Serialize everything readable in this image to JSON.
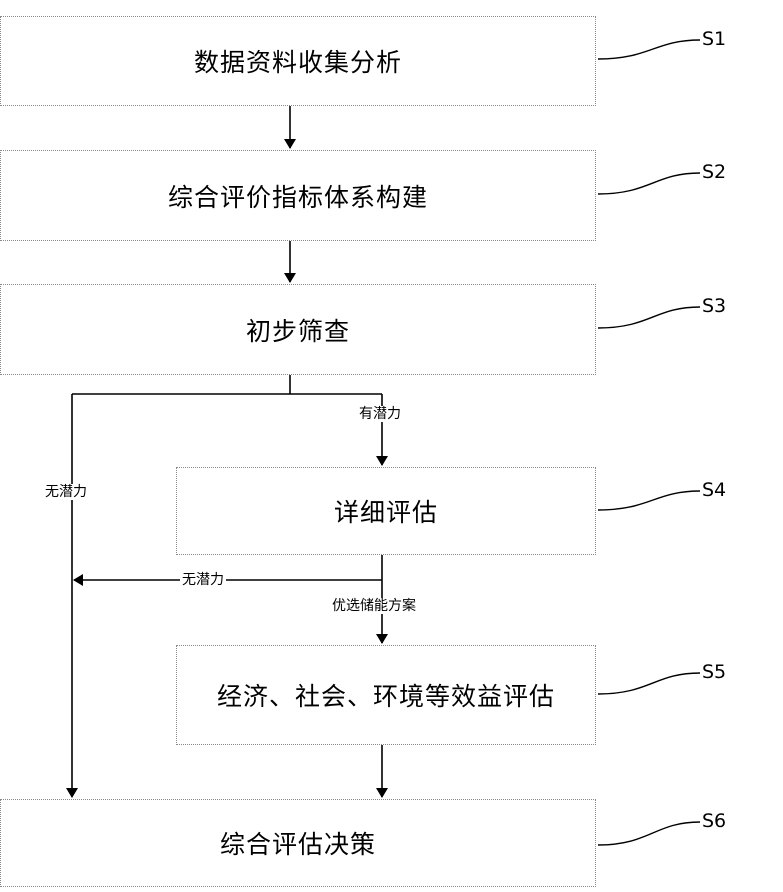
{
  "steps": [
    {
      "id": "S1",
      "label": "数据资料收集分析"
    },
    {
      "id": "S2",
      "label": "综合评价指标体系构建"
    },
    {
      "id": "S3",
      "label": "初步筛查"
    },
    {
      "id": "S4",
      "label": "详细评估"
    },
    {
      "id": "S5",
      "label": "经济、社会、环境等效益评估"
    },
    {
      "id": "S6",
      "label": "综合评估决策"
    }
  ],
  "edge_labels": {
    "has_potential": "有潜力",
    "no_potential_left": "无潜力",
    "no_potential_mid": "无潜力",
    "optimal_plan": "优选储能方案"
  }
}
